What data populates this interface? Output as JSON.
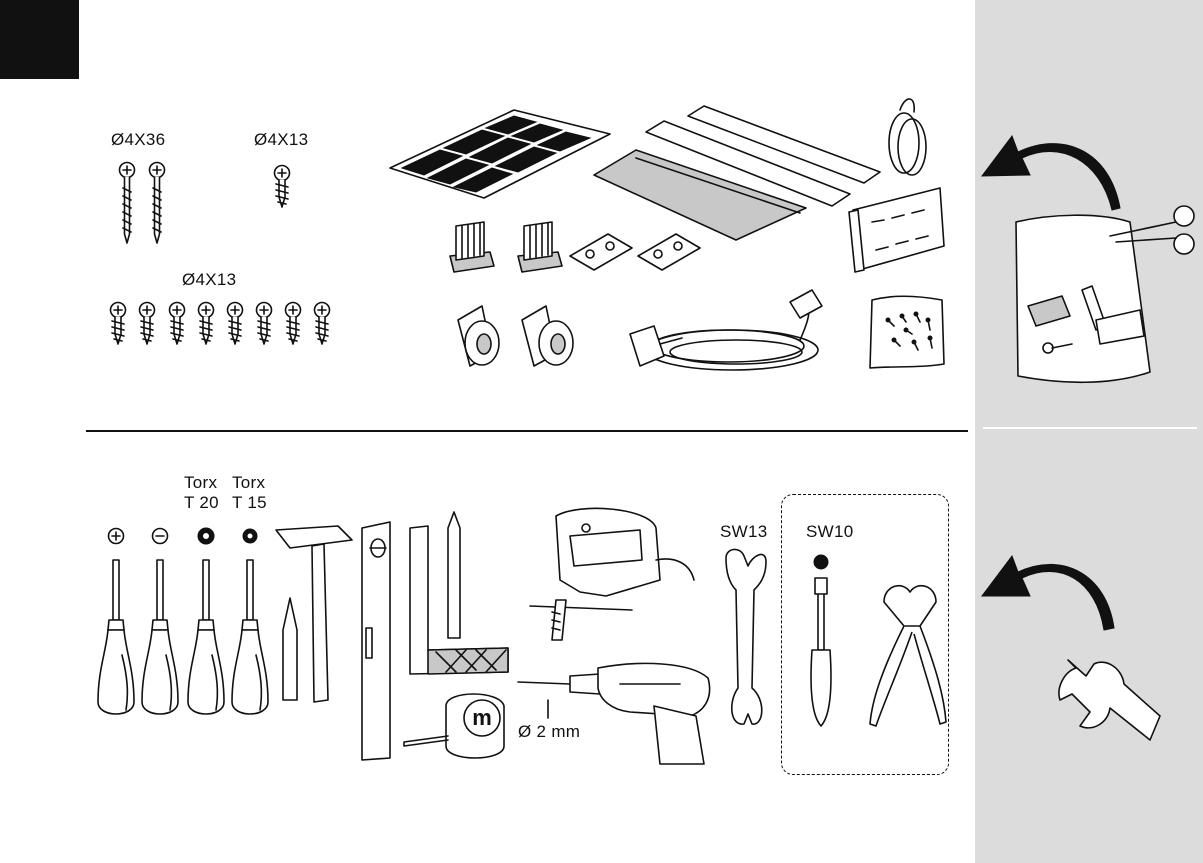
{
  "parts": {
    "screw_label_long": "Ø4X36",
    "screw_label_short_top": "Ø4X13",
    "screw_label_short_row": "Ø4X13"
  },
  "tools": {
    "torx_20_line1": "Torx",
    "torx_20_line2": "T 20",
    "torx_15_line1": "Torx",
    "torx_15_line2": "T 15",
    "wrench_label": "SW13",
    "socket_label": "SW10",
    "drill_bit_label": "Ø 2 mm",
    "tape_measure_mark": "m"
  },
  "colors": {
    "sidebar_background": "#dcdcdc",
    "ink": "#111111",
    "shading_gray": "#c8c8c8"
  },
  "icons": [
    "arrow-curved-back-icon",
    "parts-bag-scissors-icon",
    "wrench-hand-icon"
  ]
}
